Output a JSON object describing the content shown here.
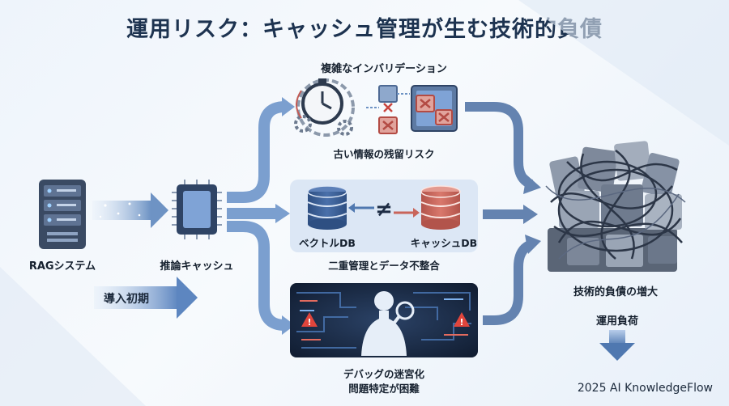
{
  "title": "運用リスク：キャッシュ管理が生む技術的負債",
  "nodes": {
    "rag": "RAGシステム",
    "cache": "推論キャッシュ",
    "vector_db": "ベクトルDB",
    "cache_db": "キャッシュDB",
    "debt": "技術的負債の増大",
    "ops_load": "運用負荷"
  },
  "branches": {
    "top_title": "複雑なインバリデーション",
    "top_caption": "古い情報の残留リスク",
    "mid_caption": "二重管理とデータ不整合",
    "mid_symbol": "≠",
    "bottom_caption_1": "デバッグの迷宮化",
    "bottom_caption_2": "問題特定が困難"
  },
  "stage": "導入初期",
  "footer": "2025 AI KnowledgeFlow",
  "colors": {
    "arrow": "#6e93c4",
    "arrow_light": "#b8cdea",
    "db_blue": "#3b5f96",
    "db_red": "#c9655a",
    "dark_panel": "#17263f",
    "error_red": "#d9534f"
  }
}
